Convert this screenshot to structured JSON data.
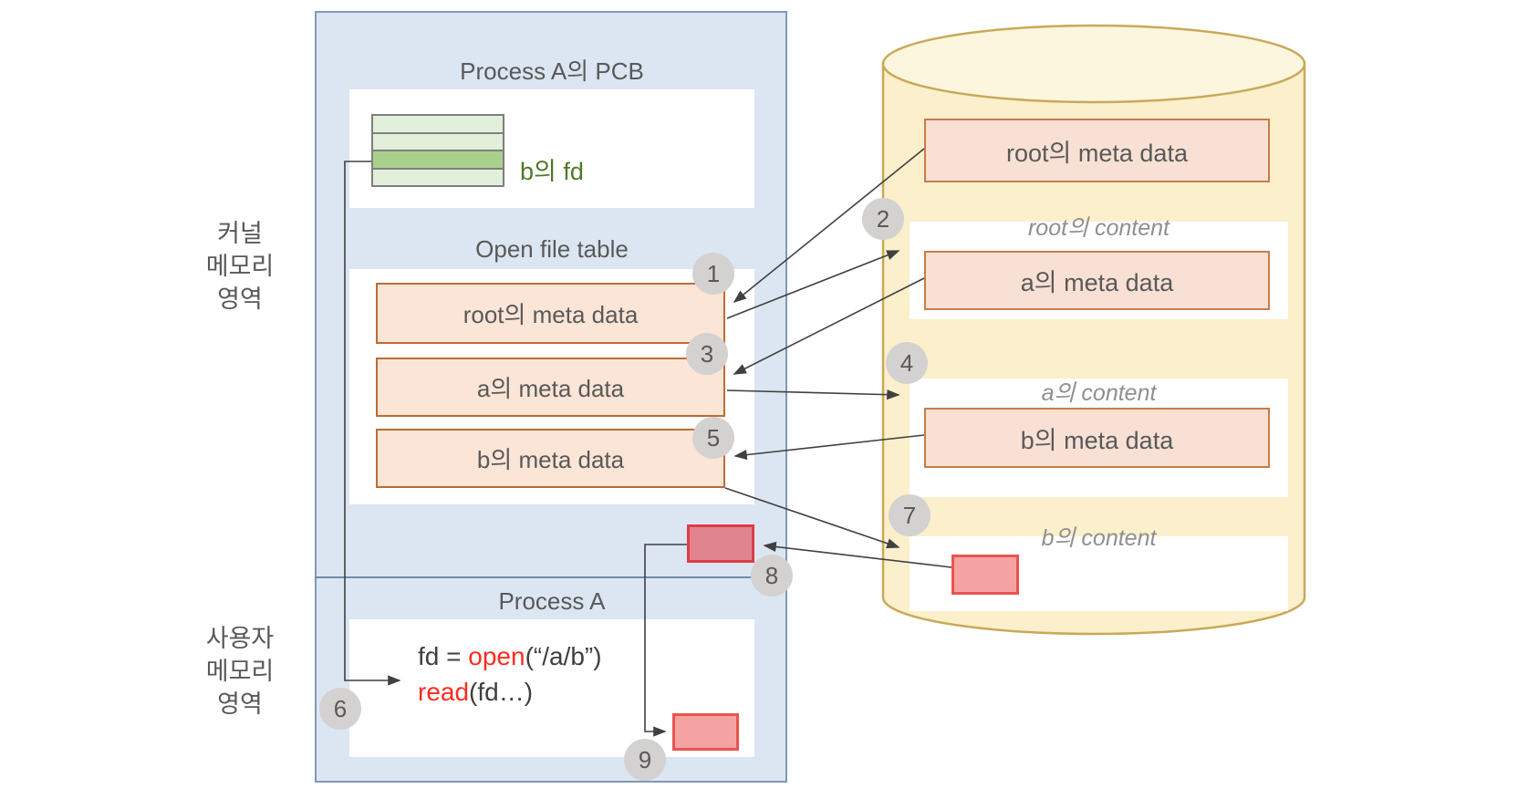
{
  "diagram": {
    "side_labels": {
      "kernel": [
        "커널",
        "메모리",
        "영역"
      ],
      "user": [
        "사용자",
        "메모리",
        "영역"
      ]
    },
    "pcb": {
      "title": "Process A의 PCB",
      "fd_label": "b의 fd"
    },
    "open_file_table": {
      "title": "Open file table",
      "entries": [
        "root의 meta data",
        "a의 meta data",
        "b의 meta data"
      ]
    },
    "process": {
      "title": "Process A",
      "code": {
        "line1_prefix": "fd = ",
        "line1_keyword": "open",
        "line1_suffix": "(“/a/b”)",
        "line2_keyword": "read",
        "line2_suffix": "(fd…)"
      }
    },
    "disk": {
      "meta_labels": [
        "root의 meta data",
        "a의 meta data",
        "b의 meta data"
      ],
      "content_labels": [
        "root의 content",
        "a의 content",
        "b의 content"
      ]
    },
    "steps": [
      "1",
      "2",
      "3",
      "4",
      "5",
      "6",
      "7",
      "8",
      "9"
    ],
    "colors": {
      "container_fill": "#dce6f2",
      "container_border": "#7e99b8",
      "orange_fill": "#fbe5d6",
      "orange_border": "#bd6b35",
      "disk_fill": "#fbf0cb",
      "disk_top_fill": "#fcf6de",
      "disk_border": "#c9a959",
      "green_row": "#e2efda",
      "green_row_active": "#a9d18e",
      "fd_text_green": "#4f7a28",
      "kernel_buffer_fill": "#e0858f",
      "kernel_buffer_border": "#e03b47",
      "user_buffer_fill": "#f5a3a2",
      "user_buffer_border": "#e85450",
      "keyword_red": "#fe2b20",
      "step_badge_fill": "#d4d1d1",
      "arrow": "#404040"
    }
  }
}
